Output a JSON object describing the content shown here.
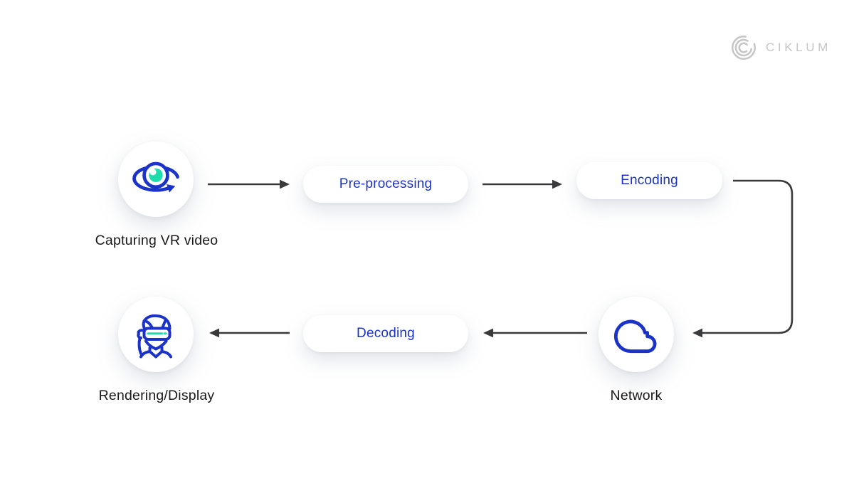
{
  "brand": {
    "name": "CIKLUM"
  },
  "nodes": {
    "capturing": {
      "label": "Capturing VR video",
      "icon": "camera-360-icon"
    },
    "preprocessing": {
      "label": "Pre-processing"
    },
    "encoding": {
      "label": "Encoding"
    },
    "network": {
      "label": "Network",
      "icon": "cloud-icon"
    },
    "decoding": {
      "label": "Decoding"
    },
    "rendering": {
      "label": "Rendering/Display",
      "icon": "vr-person-icon"
    }
  },
  "arrows": [
    {
      "from": "Capturing VR video",
      "to": "Pre-processing"
    },
    {
      "from": "Pre-processing",
      "to": "Encoding"
    },
    {
      "from": "Encoding",
      "to": "Network"
    },
    {
      "from": "Network",
      "to": "Decoding"
    },
    {
      "from": "Decoding",
      "to": "Rendering/Display"
    }
  ],
  "colors": {
    "accent_blue": "#1b33c8",
    "teal": "#1edcab",
    "arrow_dark": "#3a3a3c",
    "label_text": "#191919",
    "node_background": "#ffffff",
    "logo_gray": "#c6c6c6",
    "page_background": "#ffffff"
  }
}
